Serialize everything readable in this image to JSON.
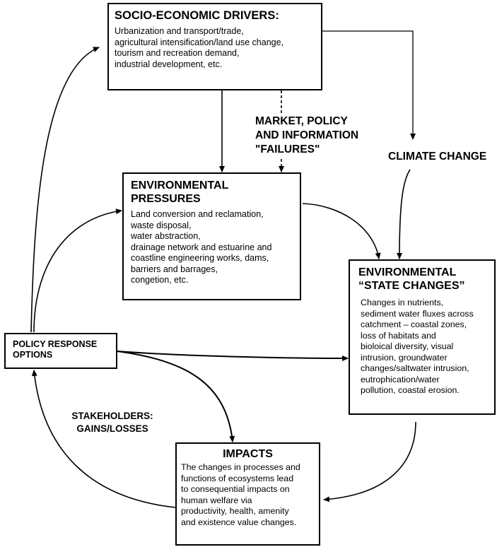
{
  "diagram": {
    "type": "DPSIR framework flow diagram",
    "boxes": {
      "drivers": {
        "title": "SOCIO-ECONOMIC DRIVERS:",
        "lines": [
          "Urbanization and transport/trade,",
          "agricultural intensification/land use change,",
          "tourism and recreation demand,",
          "industrial development, etc."
        ]
      },
      "pressures": {
        "title_lines": [
          "ENVIRONMENTAL",
          "PRESSURES"
        ],
        "lines": [
          "Land conversion and reclamation,",
          "waste disposal,",
          "water abstraction,",
          "drainage network and estuarine and",
          "coastline engineering works, dams,",
          "barriers and barrages,",
          "congetion, etc."
        ]
      },
      "state": {
        "title_lines": [
          "ENVIRONMENTAL",
          "“STATE CHANGES”"
        ],
        "lines": [
          "Changes in nutrients,",
          "sediment water fluxes across",
          "catchment – coastal zones,",
          "loss of habitats and",
          "bioloical diversity, visual",
          "intrusion, groundwater",
          "changes/saltwater intrusion,",
          "eutrophication/water",
          "pollution, coastal erosion."
        ]
      },
      "impacts": {
        "title": "IMPACTS",
        "lines": [
          "The changes in processes and",
          "functions of ecosystems lead",
          "to consequential impacts on",
          "human welfare via",
          "productivity, health, amenity",
          "and existence value changes."
        ]
      },
      "policy": {
        "title_lines": [
          "POLICY RESPONSE",
          "OPTIONS"
        ]
      }
    },
    "labels": {
      "market": [
        "MARKET, POLICY",
        "AND INFORMATION",
        "\"FAILURES\""
      ],
      "climate": "CLIMATE CHANGE",
      "stakeholders": [
        "STAKEHOLDERS:",
        "GAINS/LOSSES"
      ]
    },
    "connections": [
      {
        "from": "drivers",
        "to": "pressures",
        "style": "solid"
      },
      {
        "from": "drivers",
        "to": "pressures",
        "style": "dashed",
        "via": "market"
      },
      {
        "from": "drivers",
        "to": "climate",
        "style": "solid"
      },
      {
        "from": "climate",
        "to": "state",
        "style": "solid"
      },
      {
        "from": "pressures",
        "to": "state",
        "style": "solid"
      },
      {
        "from": "state",
        "to": "impacts",
        "style": "solid"
      },
      {
        "from": "impacts",
        "to": "policy",
        "style": "solid",
        "via": "stakeholders"
      },
      {
        "from": "policy",
        "to": "drivers",
        "style": "solid"
      },
      {
        "from": "policy",
        "to": "pressures",
        "style": "solid"
      },
      {
        "from": "policy",
        "to": "state",
        "style": "solid"
      },
      {
        "from": "policy",
        "to": "impacts",
        "style": "solid"
      }
    ],
    "colors": {
      "line": "#000000",
      "background": "#ffffff"
    }
  }
}
